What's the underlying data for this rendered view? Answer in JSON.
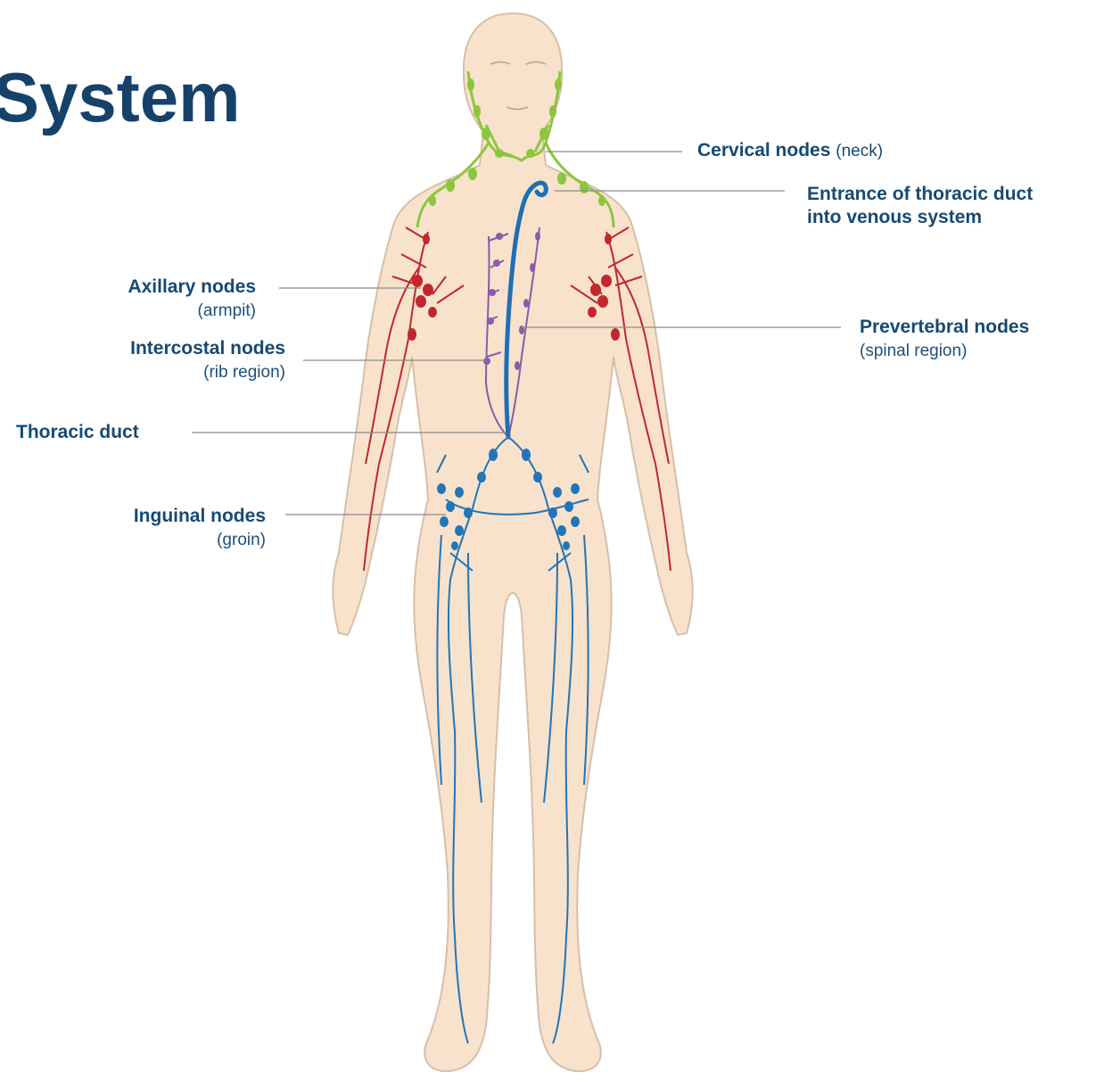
{
  "title": "System",
  "labels": {
    "cervical": {
      "name": "Cervical nodes",
      "note": "(neck)"
    },
    "thoracic_entrance": {
      "line1": "Entrance of thoracic duct",
      "line2": "into venous system"
    },
    "axillary": {
      "name": "Axillary nodes",
      "note": "(armpit)"
    },
    "intercostal": {
      "name": "Intercostal nodes",
      "note": "(rib region)"
    },
    "prevertebral": {
      "name": "Prevertebral nodes",
      "note": "(spinal region)"
    },
    "thoracic_duct": {
      "name": "Thoracic duct"
    },
    "inguinal": {
      "name": "Inguinal nodes",
      "note": "(groin)"
    }
  },
  "colors": {
    "skin": "#f8e2cc",
    "skin_outline": "#d8c0ab",
    "cervical": "#8cc63f",
    "axillary": "#c1272d",
    "prevertebral": "#8e5aa8",
    "thoracic_duct": "#1f6fb5",
    "inguinal": "#2275b8",
    "leader": "#8a8a8a",
    "text": "#164a72"
  }
}
